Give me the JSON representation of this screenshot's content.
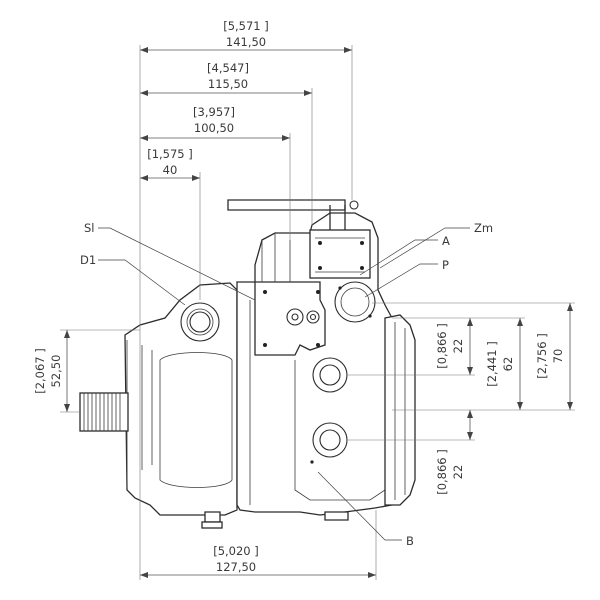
{
  "dimensions": {
    "top_1": {
      "inch": "[5,571 ]",
      "mm": "141,50"
    },
    "top_2": {
      "inch": "[4,547]",
      "mm": "115,50"
    },
    "top_3": {
      "inch": "[3,957]",
      "mm": "100,50"
    },
    "top_4": {
      "inch": "[1,575 ]",
      "mm": "40"
    },
    "left_1": {
      "inch": "[2,067 ]",
      "mm": "52,50"
    },
    "right_1": {
      "inch": "[0,866 ]",
      "mm": "22"
    },
    "right_2": {
      "inch": "[2,441 ]",
      "mm": "62"
    },
    "right_3": {
      "inch": "[2,756 ]",
      "mm": "70"
    },
    "right_4": {
      "inch": "[0,866 ]",
      "mm": "22"
    },
    "bottom_1": {
      "inch": "[5,020 ]",
      "mm": "127,50"
    }
  },
  "ports": {
    "si": "Sl",
    "d1": "D1",
    "zm": "Zm",
    "a": "A",
    "p": "P",
    "b": "B"
  }
}
